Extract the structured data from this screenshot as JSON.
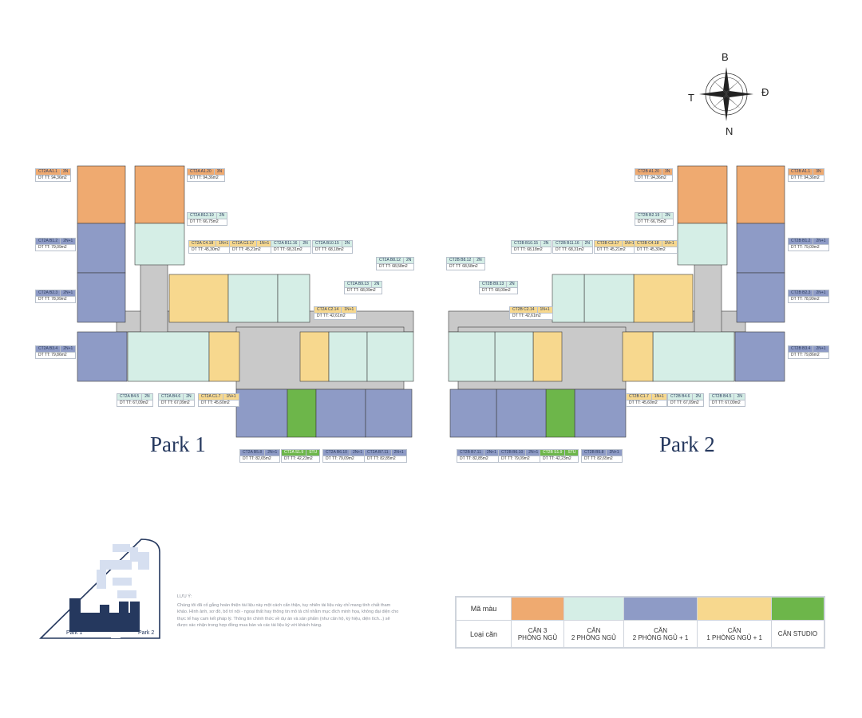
{
  "compass": {
    "north": "B",
    "south": "N",
    "west": "T",
    "east": "Đ"
  },
  "parks": [
    {
      "title": "Park 1",
      "units": [
        {
          "code": "CT2A A1.1",
          "type": "3N",
          "area": "DT TT: 94,36m2",
          "cls": "c3"
        },
        {
          "code": "CT2A A1.20",
          "type": "3N",
          "area": "DT TT: 94,36m2",
          "cls": "c3"
        },
        {
          "code": "CT2A B12.19",
          "type": "2N",
          "area": "DT TT: 66,75m2",
          "cls": "c2"
        },
        {
          "code": "CT2A B1.2",
          "type": "2N+1",
          "area": "DT TT: 79,09m2",
          "cls": "c21"
        },
        {
          "code": "CT2A C4.18",
          "type": "1N+1",
          "area": "DT TT: 45,30m2",
          "cls": "c11"
        },
        {
          "code": "CT2A C3.17",
          "type": "1N+1",
          "area": "DT TT: 45,21m2",
          "cls": "c11"
        },
        {
          "code": "CT2A B11.16",
          "type": "2N",
          "area": "DT TT: 68,31m2",
          "cls": "c2"
        },
        {
          "code": "CT2A B10.15",
          "type": "2N",
          "area": "DT TT: 68,18m2",
          "cls": "c2"
        },
        {
          "code": "CT2A B8.12",
          "type": "2N",
          "area": "DT TT: 68,58m2",
          "cls": "c2"
        },
        {
          "code": "CT2A B9.13",
          "type": "2N",
          "area": "DT TT: 68,09m2",
          "cls": "c2"
        },
        {
          "code": "CT2A B2.3",
          "type": "2N+1",
          "area": "DT TT: 78,99m2",
          "cls": "c21"
        },
        {
          "code": "CT2A C2.14",
          "type": "1N+1",
          "area": "DT TT: 42,61m2",
          "cls": "c11"
        },
        {
          "code": "CT2A B3.4",
          "type": "2N+1",
          "area": "DT TT: 79,86m2",
          "cls": "c21"
        },
        {
          "code": "CT2A B4.5",
          "type": "2N",
          "area": "DT TT: 67,09m2",
          "cls": "c2"
        },
        {
          "code": "CT2A B4.6",
          "type": "2N",
          "area": "DT TT: 67,09m2",
          "cls": "c2"
        },
        {
          "code": "CT2A C1.7",
          "type": "1N+1",
          "area": "DT TT: 45,60m2",
          "cls": "c11"
        },
        {
          "code": "CT2A B5.8",
          "type": "2N+1",
          "area": "DT TT: 82,65m2",
          "cls": "c21"
        },
        {
          "code": "CT2A S1.9",
          "type": "STU",
          "area": "DT TT: 42,23m2",
          "cls": "cs"
        },
        {
          "code": "CT2A B6.10",
          "type": "2N+1",
          "area": "DT TT: 79,09m2",
          "cls": "c21"
        },
        {
          "code": "CT2A B7.11",
          "type": "2N+1",
          "area": "DT TT: 82,85m2",
          "cls": "c21"
        }
      ]
    },
    {
      "title": "Park 2",
      "units": [
        {
          "code": "CT2B A1.20",
          "type": "3N",
          "area": "DT TT: 94,36m2",
          "cls": "c3"
        },
        {
          "code": "CT2B A1.1",
          "type": "3N",
          "area": "DT TT: 94,36m2",
          "cls": "c3"
        },
        {
          "code": "CT2B B2.19",
          "type": "2N",
          "area": "DT TT: 66,75m2",
          "cls": "c2"
        },
        {
          "code": "CT2B B1.2",
          "type": "2N+1",
          "area": "DT TT: 79,09m2",
          "cls": "c21"
        },
        {
          "code": "CT2B B8.12",
          "type": "2N",
          "area": "DT TT: 68,58m2",
          "cls": "c2"
        },
        {
          "code": "CT2B B10.15",
          "type": "2N",
          "area": "DT TT: 68,18m2",
          "cls": "c2"
        },
        {
          "code": "CT2B B11.16",
          "type": "2N",
          "area": "DT TT: 68,31m2",
          "cls": "c2"
        },
        {
          "code": "CT2B C3.17",
          "type": "1N+1",
          "area": "DT TT: 45,21m2",
          "cls": "c11"
        },
        {
          "code": "CT2B C4.18",
          "type": "1N+1",
          "area": "DT TT: 45,30m2",
          "cls": "c11"
        },
        {
          "code": "CT2B B9.13",
          "type": "2N",
          "area": "DT TT: 68,09m2",
          "cls": "c2"
        },
        {
          "code": "CT2B B2.3",
          "type": "2N+1",
          "area": "DT TT: 78,99m2",
          "cls": "c21"
        },
        {
          "code": "CT2B C2.14",
          "type": "1N+1",
          "area": "DT TT: 42,61m2",
          "cls": "c11"
        },
        {
          "code": "CT2B B3.4",
          "type": "2N+1",
          "area": "DT TT: 79,86m2",
          "cls": "c21"
        },
        {
          "code": "CT2B C1.7",
          "type": "1N+1",
          "area": "DT TT: 45,60m2",
          "cls": "c11"
        },
        {
          "code": "CT2B B4.6",
          "type": "2N",
          "area": "DT TT: 67,09m2",
          "cls": "c2"
        },
        {
          "code": "CT2B B4.5",
          "type": "2N",
          "area": "DT TT: 67,09m2",
          "cls": "c2"
        },
        {
          "code": "CT2B B7.11",
          "type": "2N+1",
          "area": "DT TT: 82,85m2",
          "cls": "c21"
        },
        {
          "code": "CT2B B6.10",
          "type": "2N+1",
          "area": "DT TT: 79,09m2",
          "cls": "c21"
        },
        {
          "code": "CT2B S1.9",
          "type": "STU",
          "area": "DT TT: 42,23m2",
          "cls": "cs"
        },
        {
          "code": "CT2B B5.8",
          "type": "2N+1",
          "area": "DT TT: 82,65m2",
          "cls": "c21"
        }
      ]
    }
  ],
  "keymap": {
    "label_left": "Park 1",
    "label_right": "Park 2"
  },
  "note": {
    "heading": "LƯU Ý:",
    "body": "Chúng tôi đã cố gắng hoàn thiện tài liệu này một cách cẩn thận, tuy nhiên tài liệu này chỉ mang tính chất tham khảo. Hình ảnh, sơ đồ, bố trí nội - ngoại thất hay thông tin mô tả chỉ nhằm mục đích minh họa, không đại diện cho thực tế hay cam kết pháp lý. Thông tin chính thức về dự án và sản phẩm (như căn hộ, ký hiệu, diện tích...) sẽ được xác nhận trong hợp đồng mua bán và các tài liệu ký với khách hàng."
  },
  "legend": {
    "color_label": "Mã màu",
    "type_label": "Loại căn",
    "items": [
      {
        "color": "#efaa70",
        "line1": "CĂN 3",
        "line2": "PHÒNG NGỦ"
      },
      {
        "color": "#d5eee6",
        "line1": "CĂN",
        "line2": "2 PHÒNG NGỦ"
      },
      {
        "color": "#8e9bc6",
        "line1": "CĂN",
        "line2": "2 PHÒNG NGỦ + 1"
      },
      {
        "color": "#f7d88e",
        "line1": "CĂN",
        "line2": "1 PHÒNG NGỦ + 1"
      },
      {
        "color": "#6db64a",
        "line1": "CĂN STUDIO",
        "line2": ""
      }
    ]
  },
  "colors": {
    "c3": "#efaa70",
    "c2": "#d5eee6",
    "c21": "#8e9bc6",
    "c11": "#f7d88e",
    "cs": "#6db64a",
    "corridor": "#c9c9c9",
    "navy": "#25385e"
  }
}
